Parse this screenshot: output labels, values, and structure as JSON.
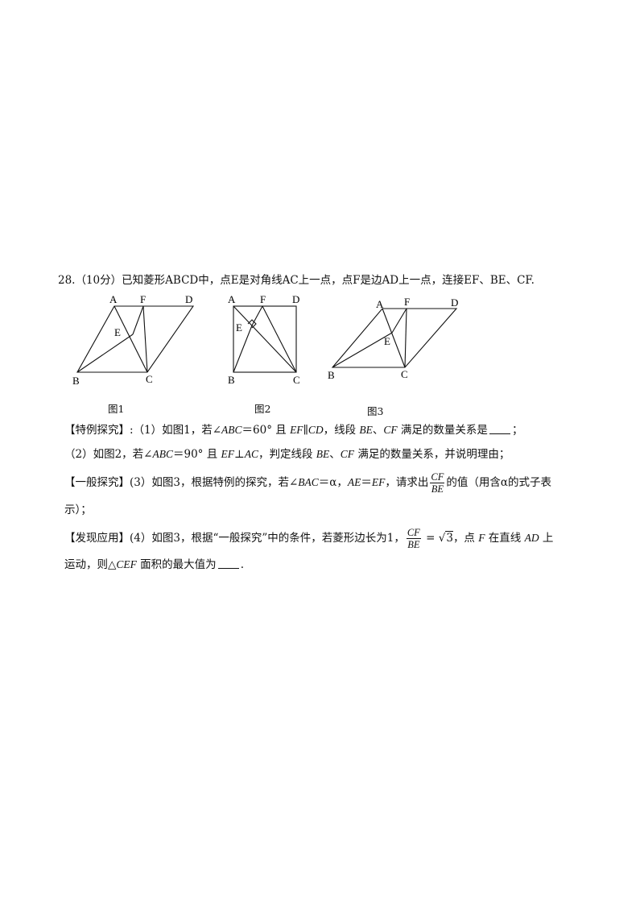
{
  "problem": {
    "intro": "28.（10分）已知菱形ABCD中，点E是对角线AC上一点，点F是边AD上一点，连接EF、BE、CF.",
    "figure_labels": {
      "fig1": {
        "A": "A",
        "F": "F",
        "D": "D",
        "E": "E",
        "B": "B",
        "C": "C",
        "caption": "图1"
      },
      "fig2": {
        "A": "A",
        "F": "F",
        "D": "D",
        "E": "E",
        "B": "B",
        "C": "C",
        "caption": "图2"
      },
      "fig3": {
        "A": "A",
        "F": "F",
        "D": "D",
        "E": "E",
        "B": "B",
        "C": "C",
        "caption": "图3"
      }
    },
    "q1": {
      "prefix": "【特例探究】:（1）如图1，若∠",
      "abc": "ABC",
      "mid": "＝60° 且 ",
      "ef": "EF",
      "par": "∥",
      "cd": "CD",
      "mid2": "，线段 ",
      "be": "BE",
      "sep": "、",
      "cf": "CF",
      "end": " 满足的数量关系是",
      "tail": "；"
    },
    "q2": {
      "prefix": "（2）如图2，若∠",
      "abc": "ABC",
      "mid": "＝90° 且 ",
      "ef": "EF",
      "perp": "⊥",
      "ac": "AC",
      "mid2": "，判定线段 ",
      "be": "BE",
      "sep": "、",
      "cf": "CF",
      "end": " 满足的数量关系，并说明理由；"
    },
    "q3": {
      "prefix": "【一般探究】(3）如图3，根据特例的探究，若∠",
      "bac": "BAC",
      "mid": "＝α，",
      "ae": "AE",
      "eq": "＝",
      "ef": "EF",
      "mid2": "，请求出",
      "frac_num": "CF",
      "frac_den": "BE",
      "end": "的值（用含α的式子表",
      "line2": "示）；"
    },
    "q4": {
      "prefix": "【发现应用】(4）如图3，根据“一般探究”中的条件，若菱形边长为1，",
      "frac_num": "CF",
      "frac_den": "BE",
      "eq": " = ",
      "sqrt": "√",
      "sqrt_val": "3",
      "mid": "，点 ",
      "f": "F",
      "mid2": " 在直线 ",
      "ad": "AD",
      "end": " 上",
      "line2_a": "运动，则△",
      "cef": "CEF",
      "line2_b": " 面积的最大值为",
      "line2_end": "."
    }
  }
}
